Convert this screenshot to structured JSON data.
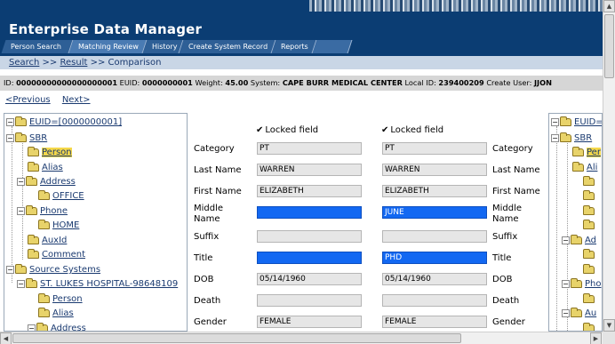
{
  "app": {
    "title": "Enterprise Data Manager"
  },
  "tabs": [
    "Person Search",
    "Matching Review",
    "History",
    "Create System Record",
    "Reports"
  ],
  "breadcrumb": {
    "search": "Search",
    "sep1": ">>",
    "result": "Result",
    "sep2": ">>",
    "current": "Comparison"
  },
  "info": {
    "id_label": "ID:",
    "id_value": "00000000000000000001",
    "euid_label": "EUID:",
    "euid_value": "0000000001",
    "weight_label": "Weight:",
    "weight_value": "45.00",
    "system_label": "System:",
    "system_value": "CAPE BURR MEDICAL CENTER",
    "localid_label": "Local ID:",
    "localid_value": "239400209",
    "createuser_label": "Create User:",
    "createuser_value": "JJON"
  },
  "pager": {
    "previous": "<Previous",
    "next": "Next>"
  },
  "left_tree": {
    "root": "EUID=[0000000001]",
    "sbr": "SBR",
    "person": "Person",
    "alias": "Alias",
    "address": "Address",
    "office": "OFFICE",
    "phone": "Phone",
    "home": "HOME",
    "auxid": "AuxId",
    "comment": "Comment",
    "source_systems": "Source Systems",
    "st_lukes": "ST. LUKES HOSPITAL-98648109",
    "ss_person": "Person",
    "ss_alias": "Alias",
    "ss_address": "Address"
  },
  "right_tree": {
    "root": "EUID=",
    "sbr": "SBR",
    "person": "Per",
    "alias": "Ali",
    "address": "Ad",
    "phone": "Pho",
    "auxid": "Au"
  },
  "comparison": {
    "locked_label": "Locked field",
    "check_glyph": "✔",
    "rows": [
      {
        "label": "Category",
        "left": "PT",
        "right": "PT",
        "diff": false
      },
      {
        "label": "Last Name",
        "left": "WARREN",
        "right": "WARREN",
        "diff": false
      },
      {
        "label": "First Name",
        "left": "ELIZABETH",
        "right": "ELIZABETH",
        "diff": false
      },
      {
        "label": "Middle Name",
        "left": "",
        "right": "JUNE",
        "diff": true
      },
      {
        "label": "Suffix",
        "left": "",
        "right": "",
        "diff": false
      },
      {
        "label": "Title",
        "left": "",
        "right": "PHD",
        "diff": true
      },
      {
        "label": "DOB",
        "left": "05/14/1960",
        "right": "05/14/1960",
        "diff": false
      },
      {
        "label": "Death",
        "left": "",
        "right": "",
        "diff": false
      },
      {
        "label": "Gender",
        "left": "FEMALE",
        "right": "FEMALE",
        "diff": false
      }
    ]
  },
  "colors": {
    "header": "#0b3d73",
    "diff_highlight": "#1268f2",
    "selected": "#f5d84a"
  }
}
